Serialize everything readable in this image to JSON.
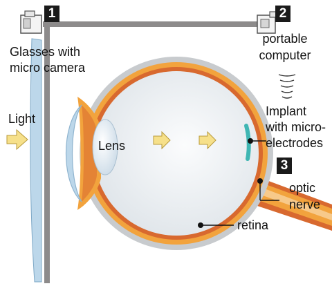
{
  "steps": {
    "step1": "1",
    "step2": "2",
    "step3": "3"
  },
  "labels": {
    "glasses": [
      "Glasses with",
      "micro camera"
    ],
    "computer": [
      "portable",
      "computer"
    ],
    "light": "Light",
    "lens": "Lens",
    "implant": [
      "Implant",
      "with micro-",
      "electrodes"
    ],
    "optic_nerve": [
      "optic",
      "nerve"
    ],
    "retina": "retina"
  },
  "colors": {
    "frame": "#8d8b8b",
    "badge": "#1a1a1a",
    "arrow": "#f6e08a",
    "sclera": "#c8cbce",
    "orange": "#f2a33d",
    "red_layer": "#d8692f",
    "implant": "#3fb6b3",
    "eye_interior": "#eef1f4",
    "lens": "#dfe9f1",
    "glasses_lens": "#bcd7ea"
  }
}
